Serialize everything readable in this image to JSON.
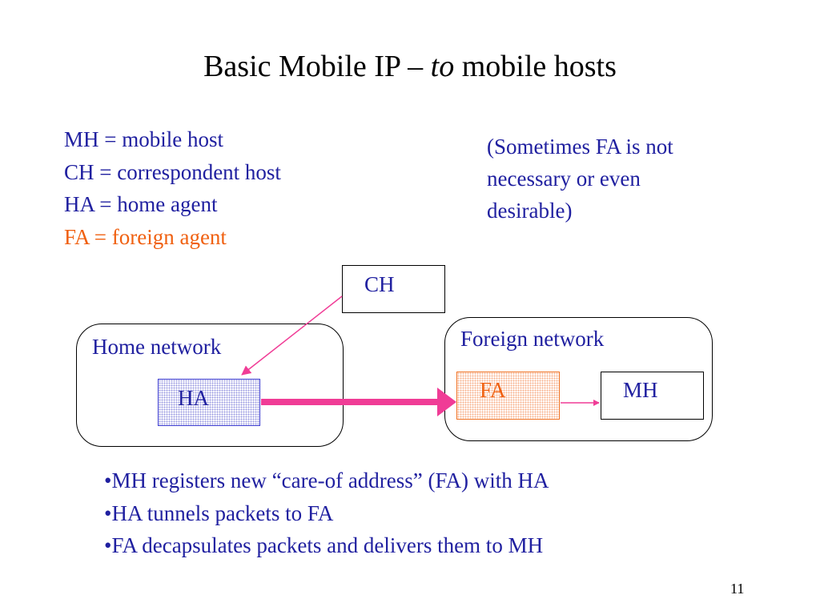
{
  "slide": {
    "title_pre": "Basic Mobile IP – ",
    "title_em": "to",
    "title_post": " mobile hosts",
    "legend": [
      {
        "text": "MH = mobile host",
        "color": "#2020a0"
      },
      {
        "text": "CH = correspondent host",
        "color": "#2020a0"
      },
      {
        "text": "HA = home agent",
        "color": "#2020a0"
      },
      {
        "text": "FA = foreign agent",
        "color": "#f06010"
      }
    ],
    "note_lines": [
      "(Sometimes FA is not",
      "necessary or even",
      "desirable)"
    ],
    "note_color": "#2020a0",
    "diagram": {
      "ch_label": "CH",
      "home_network_label": "Home network",
      "ha_label": "HA",
      "foreign_network_label": "Foreign network",
      "fa_label": "FA",
      "mh_label": "MH",
      "label_color": "#2020a0",
      "fa_color": "#f06010",
      "arrow_color": "#f03c96"
    },
    "bullets": [
      "•MH registers new “care-of address” (FA) with HA",
      "•HA tunnels packets to FA",
      "•FA decapsulates packets and delivers them to MH"
    ],
    "bullet_color": "#2020a0",
    "page_number": "11"
  }
}
